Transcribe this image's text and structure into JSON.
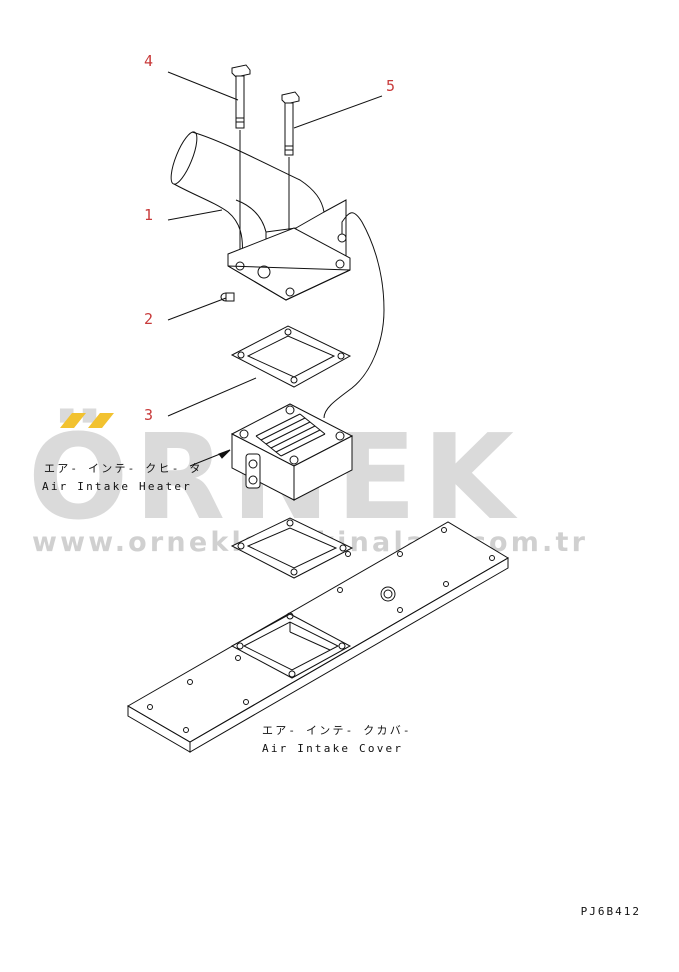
{
  "watermark": {
    "word": "ÖRNEK",
    "url": "www.orneklsmakinalari.com.tr"
  },
  "callouts": {
    "c1": "1",
    "c2": "2",
    "c3": "3",
    "c4": "4",
    "c5": "5"
  },
  "labels": {
    "heater_jp": "エア- インテ- クヒ- タ",
    "heater_en": "Air Intake Heater",
    "cover_jp": "エア- インテ- クカバ-",
    "cover_en": "Air Intake Cover"
  },
  "drawing_code": "PJ6B412",
  "colors": {
    "callout": "#c83a3a",
    "line": "#111111",
    "watermark_text": "#969696",
    "watermark_logo": "#f2c230"
  }
}
